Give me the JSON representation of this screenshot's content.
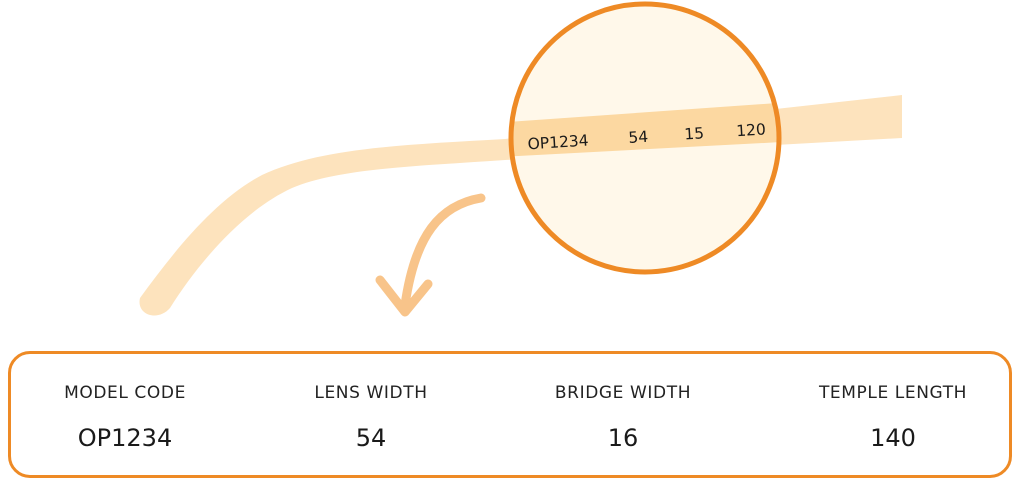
{
  "colors": {
    "accent": "#ee8a25",
    "temple_fill": "#fde3bd",
    "temple_band": "#fcd8a1",
    "lens_fill": "#fff8ea",
    "arrow": "#f8c48a"
  },
  "icons": [
    "magnifier-circle",
    "curved-arrow-down-left"
  ],
  "temple_markings": {
    "model": "OP1234",
    "lens": "54",
    "bridge": "15",
    "temple": "120"
  },
  "specs": [
    {
      "label": "MODEL CODE",
      "value": "OP1234"
    },
    {
      "label": "LENS WIDTH",
      "value": "54"
    },
    {
      "label": "BRIDGE WIDTH",
      "value": "16"
    },
    {
      "label": "TEMPLE LENGTH",
      "value": "140"
    }
  ]
}
